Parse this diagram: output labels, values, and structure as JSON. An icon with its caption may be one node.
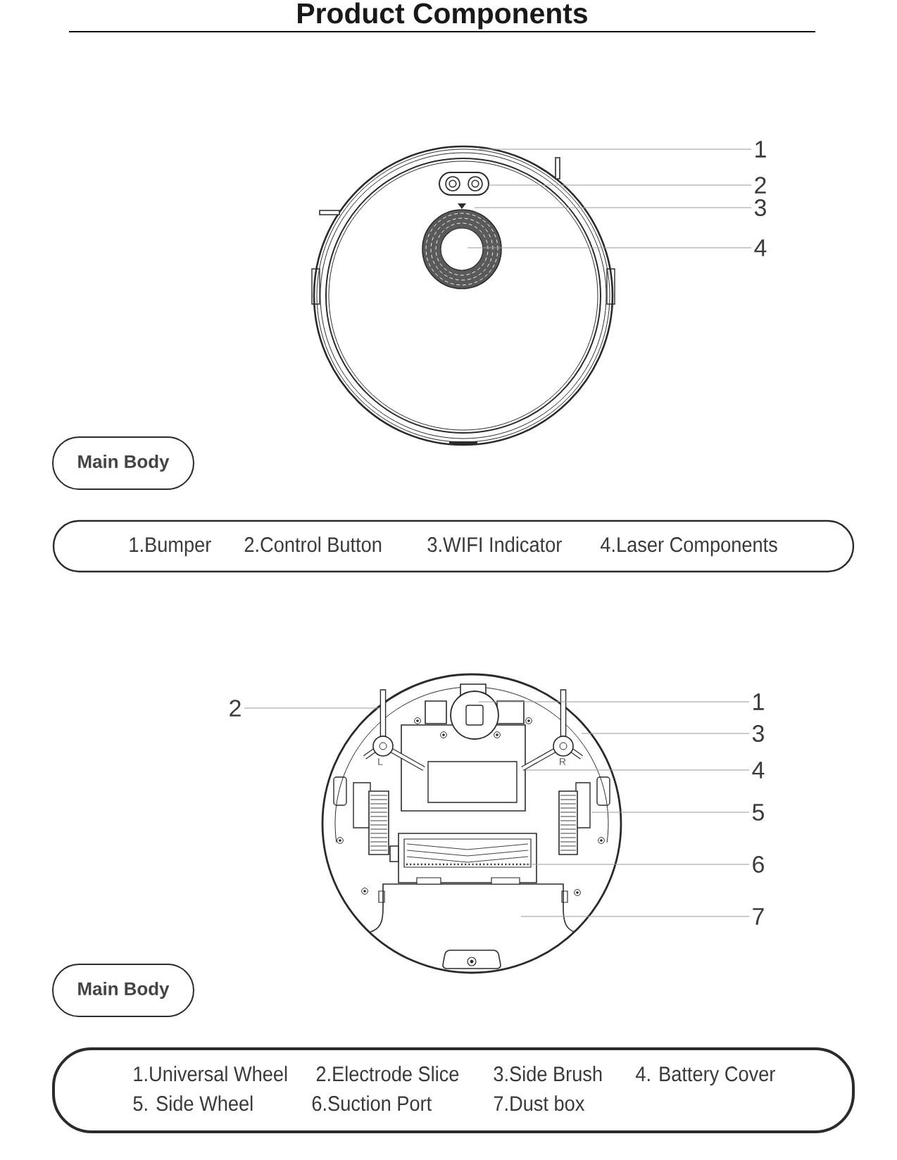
{
  "diagram": {
    "title": "Product Components",
    "nodes": [
      {
        "text": [],
        "shape": "picture"
      },
      {
        "text": [
          "1"
        ]
      },
      {
        "text": [
          "2"
        ]
      },
      {
        "text": [
          "3"
        ]
      },
      {
        "text": [
          "4"
        ]
      },
      {
        "text": [
          "Main Body"
        ]
      },
      {
        "text": [
          "1.Bumper",
          "2.Control Button",
          "3.WIFI Indicator",
          "4.Laser Components"
        ]
      },
      {
        "text": [],
        "shape": "picture"
      },
      {
        "text": [
          "2"
        ]
      },
      {
        "text": [
          "1"
        ]
      },
      {
        "text": [
          "3"
        ]
      },
      {
        "text": [
          "4"
        ]
      },
      {
        "text": [
          "5"
        ]
      },
      {
        "text": [
          "6"
        ]
      },
      {
        "text": [
          "7"
        ]
      },
      {
        "text": [
          "Main Body"
        ]
      },
      {
        "text": [
          "1.Universal Wheel",
          "2.Electrode Slice",
          "3.Side Brush",
          "4. Battery Cover",
          "5. Side Wheel",
          "6.Suction Port",
          "7.Dust box"
        ]
      }
    ],
    "edges": [
      {
        "from": 1,
        "to": 0,
        "arrow": "none"
      },
      {
        "from": 2,
        "to": 0,
        "arrow": "none"
      },
      {
        "from": 3,
        "to": 0,
        "arrow": "none"
      },
      {
        "from": 4,
        "to": 0,
        "arrow": "none"
      },
      {
        "from": 8,
        "to": 7,
        "arrow": "none"
      },
      {
        "from": 9,
        "to": 7,
        "arrow": "none"
      },
      {
        "from": 10,
        "to": 7,
        "arrow": "none"
      },
      {
        "from": 11,
        "to": 7,
        "arrow": "none"
      },
      {
        "from": 12,
        "to": 7,
        "arrow": "none"
      },
      {
        "from": 13,
        "to": 7,
        "arrow": "none"
      },
      {
        "from": 14,
        "to": 7,
        "arrow": "none"
      }
    ],
    "labels": [
      "L",
      "R"
    ]
  }
}
